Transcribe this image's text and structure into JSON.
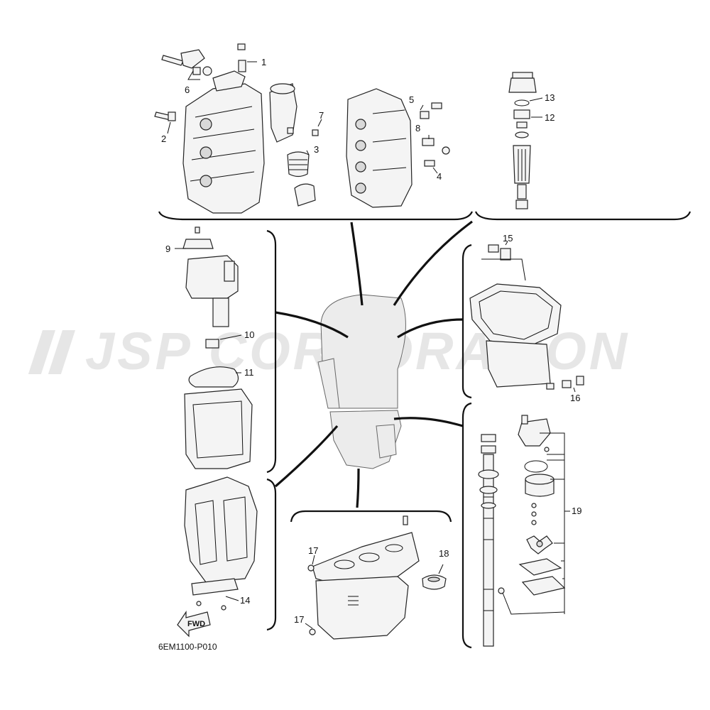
{
  "watermark": "JSP CORPORATION",
  "diagram_ref": "6EM1100-P010",
  "fwd_label": "FWD",
  "callouts": [
    {
      "id": "1",
      "label": "1"
    },
    {
      "id": "2",
      "label": "2"
    },
    {
      "id": "3",
      "label": "3"
    },
    {
      "id": "4",
      "label": "4"
    },
    {
      "id": "5",
      "label": "5"
    },
    {
      "id": "6",
      "label": "6"
    },
    {
      "id": "7",
      "label": "7"
    },
    {
      "id": "8",
      "label": "8"
    },
    {
      "id": "9",
      "label": "9"
    },
    {
      "id": "10",
      "label": "10"
    },
    {
      "id": "11",
      "label": "11"
    },
    {
      "id": "12",
      "label": "12"
    },
    {
      "id": "13",
      "label": "13"
    },
    {
      "id": "14",
      "label": "14"
    },
    {
      "id": "15",
      "label": "15"
    },
    {
      "id": "16",
      "label": "16"
    },
    {
      "id": "17a",
      "label": "17"
    },
    {
      "id": "17b",
      "label": "17"
    },
    {
      "id": "18",
      "label": "18"
    },
    {
      "id": "19",
      "label": "19"
    }
  ]
}
